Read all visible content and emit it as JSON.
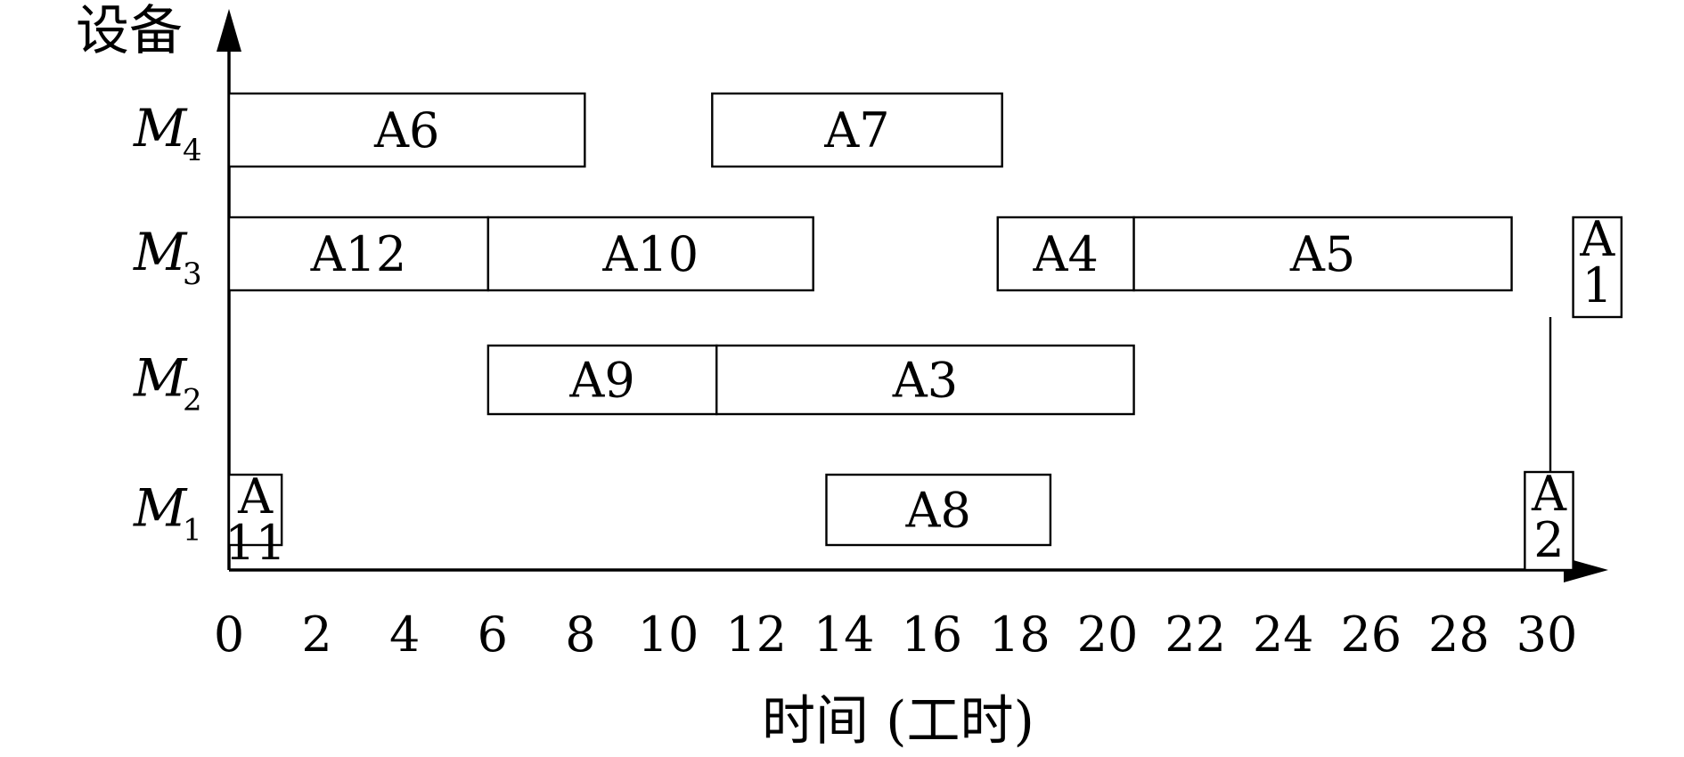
{
  "chart_data": {
    "type": "gantt",
    "ylabel": "设备",
    "xlabel": "时间 (工时)",
    "xlim": [
      0,
      30
    ],
    "x_ticks": [
      0,
      2,
      4,
      6,
      8,
      10,
      12,
      14,
      16,
      18,
      20,
      22,
      24,
      26,
      28,
      30
    ],
    "machines": [
      {
        "id": "M1",
        "base": "M",
        "sub": "1"
      },
      {
        "id": "M2",
        "base": "M",
        "sub": "2"
      },
      {
        "id": "M3",
        "base": "M",
        "sub": "3"
      },
      {
        "id": "M4",
        "base": "M",
        "sub": "4"
      }
    ],
    "tasks": [
      {
        "machine": "M4",
        "label": "A6",
        "start": 0,
        "end": 8.1
      },
      {
        "machine": "M4",
        "label": "A7",
        "start": 11,
        "end": 17.6
      },
      {
        "machine": "M3",
        "label": "A12",
        "start": 0,
        "end": 5.9
      },
      {
        "machine": "M3",
        "label": "A10",
        "start": 5.9,
        "end": 13.3
      },
      {
        "machine": "M3",
        "label": "A4",
        "start": 17.5,
        "end": 20.6
      },
      {
        "machine": "M3",
        "label": "A5",
        "start": 20.6,
        "end": 29.2
      },
      {
        "machine": "M3",
        "label": "A1",
        "start": 30.6,
        "end": 31.7
      },
      {
        "machine": "M2",
        "label": "A9",
        "start": 5.9,
        "end": 11.1
      },
      {
        "machine": "M2",
        "label": "A3",
        "start": 11.1,
        "end": 20.6
      },
      {
        "machine": "M1",
        "label": "A11",
        "start": 0,
        "end": 1.2
      },
      {
        "machine": "M1",
        "label": "A8",
        "start": 13.6,
        "end": 18.7
      },
      {
        "machine": "M1",
        "label": "A2",
        "start": 29.5,
        "end": 30.6
      }
    ],
    "grid": false,
    "legend": "none"
  }
}
